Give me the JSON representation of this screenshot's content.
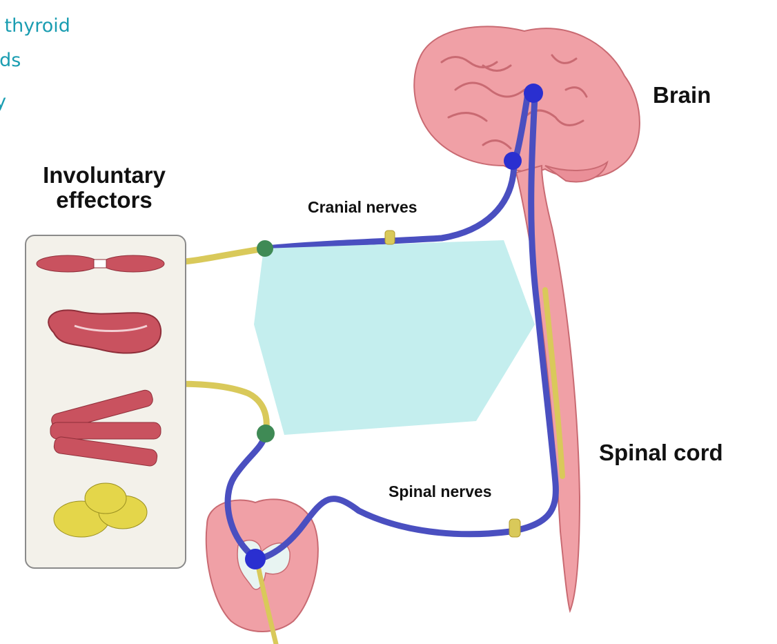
{
  "clipped_text": {
    "lines": [
      "x thyroid",
      "nds",
      "ry"
    ],
    "color": "#1a9db1"
  },
  "labels": {
    "involuntary_effectors_line1": "Involuntary",
    "involuntary_effectors_line2": "effectors",
    "cranial_nerves": "Cranial nerves",
    "brain": "Brain",
    "spinal_cord": "Spinal cord",
    "spinal_nerves": "Spinal nerves"
  },
  "colors": {
    "brain_pink": "#f0a0a6",
    "brain_outline": "#c96a72",
    "nerve_blue": "#4a4fc0",
    "neuron_blue": "#2a2fd0",
    "ganglion_green": "#3f8a55",
    "postganglionic_yellow": "#d9c95a",
    "muscle_red": "#c9525f",
    "gland_yellow": "#e4d64a",
    "occluder_cyan": "#c4eeee",
    "box_fill": "#f3f1ea"
  }
}
